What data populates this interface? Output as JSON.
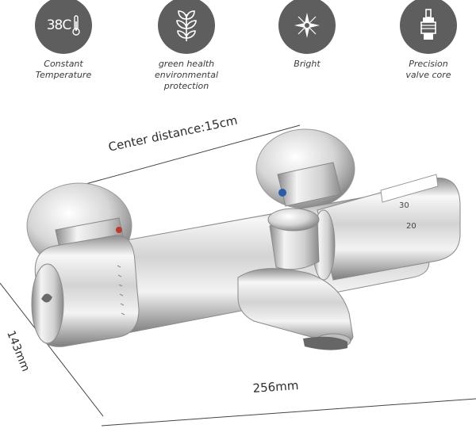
{
  "features": [
    {
      "icon": "thermometer-icon",
      "icon_text": "38C",
      "label_lines": [
        "Constant",
        "Temperature"
      ]
    },
    {
      "icon": "plant-icon",
      "label_lines": [
        "green health",
        "environmental",
        "protection"
      ]
    },
    {
      "icon": "sparkle-icon",
      "label_lines": [
        "Bright"
      ]
    },
    {
      "icon": "valve-core-icon",
      "label_lines": [
        "Precision",
        "valve core"
      ]
    }
  ],
  "dimensions": {
    "center_distance": "Center distance:15cm",
    "height": "143mm",
    "width": "256mm"
  },
  "product": {
    "scale_marks": [
      "30",
      "20"
    ]
  },
  "colors": {
    "icon_circle": "#5e5e5e",
    "chrome_light": "#f2f2f2",
    "chrome_dark": "#9a9a9a",
    "hot_indicator": "#c0392b",
    "cold_indicator": "#2a5ca8"
  }
}
